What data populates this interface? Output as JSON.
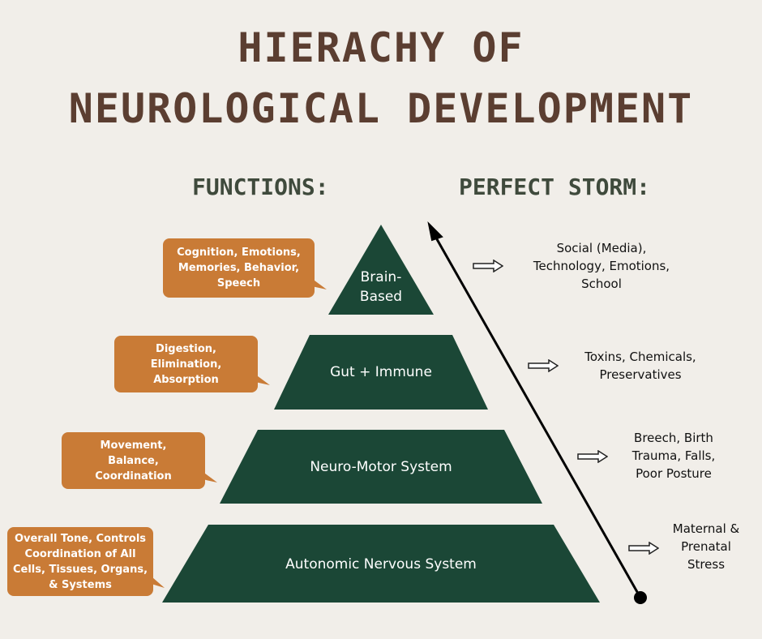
{
  "title": {
    "line1": "HIERACHY OF",
    "line2": "NEUROLOGICAL DEVELOPMENT"
  },
  "functions_heading": "FUNCTIONS:",
  "storm_heading": "PERFECT STORM:",
  "tiers": [
    {
      "label1": "Brain-",
      "label2": "Based",
      "function": "Cognition, Emotions, Memories, Behavior, Speech",
      "storm": [
        "Social (Media),",
        "Technology, Emotions,",
        "School"
      ]
    },
    {
      "label": "Gut + Immune",
      "function": "Digestion, Elimination, Absorption",
      "storm": [
        "Toxins, Chemicals,",
        "Preservatives"
      ]
    },
    {
      "label": "Neuro-Motor System",
      "function": "Movement, Balance, Coordination",
      "storm": [
        "Breech, Birth",
        "Trauma, Falls,",
        "Poor Posture"
      ]
    },
    {
      "label": "Autonomic Nervous System",
      "function": "Overall Tone, Controls Coordination of All Cells, Tissues, Organs, & Systems",
      "storm": [
        "Maternal &",
        "Prenatal",
        "Stress"
      ]
    }
  ],
  "colors": {
    "background": "#f1eee9",
    "title": "#5b3e31",
    "pyramid": "#1b4736",
    "bubble": "#c97b36"
  }
}
